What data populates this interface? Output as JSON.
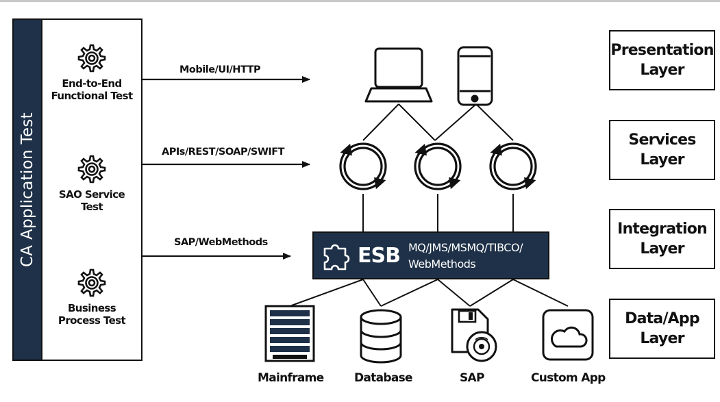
{
  "sidebar": {
    "title": "CA Application Test"
  },
  "tests": [
    {
      "label_line1": "End-to-End",
      "label_line2": "Functional Test",
      "icon": "gear-icon"
    },
    {
      "label_line1": "SAO Service",
      "label_line2": "Test",
      "icon": "gear-icon"
    },
    {
      "label_line1": "Business",
      "label_line2": "Process Test",
      "icon": "gear-icon"
    }
  ],
  "protocols": {
    "mobile": "Mobile/UI/HTTP",
    "apis": "APIs/REST/SOAP/SWIFT",
    "sap": "SAP/WebMethods"
  },
  "esb": {
    "label": "ESB",
    "desc_line1": "MQ/JMS/MSMQ/TIBCO/",
    "desc_line2": "WebMethods",
    "icon": "puzzle-icon"
  },
  "data_sources": [
    {
      "label": "Mainframe",
      "icon": "server-rack-icon"
    },
    {
      "label": "Database",
      "icon": "database-icon"
    },
    {
      "label": "SAP",
      "icon": "floppy-disc-icon"
    },
    {
      "label": "Custom App",
      "icon": "cloud-app-icon"
    }
  ],
  "layers": [
    {
      "line1": "Presentation",
      "line2": "Layer"
    },
    {
      "line1": "Services",
      "line2": "Layer"
    },
    {
      "line1": "Integration",
      "line2": "Layer"
    },
    {
      "line1": "Data/App",
      "line2": "Layer"
    }
  ],
  "colors": {
    "navy": "#1e3148",
    "ink": "#111111"
  }
}
